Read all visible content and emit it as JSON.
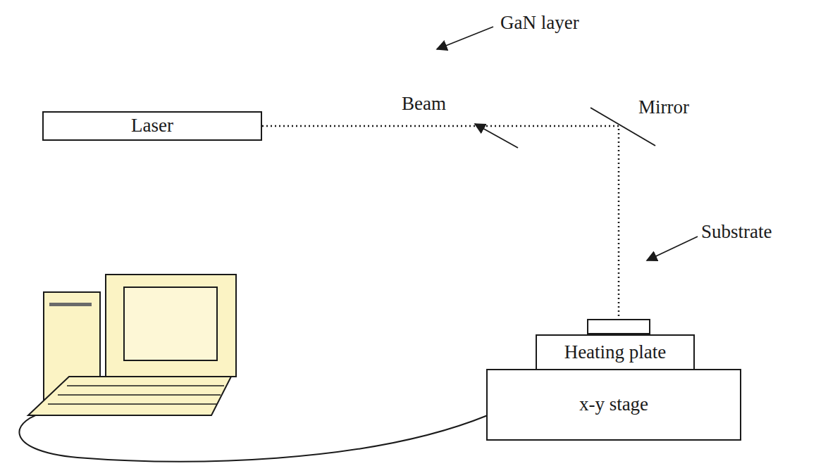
{
  "diagram": {
    "nodes": [
      {
        "text": [
          "Laser"
        ]
      },
      {
        "text": [
          "Substrate"
        ]
      },
      {
        "text": [
          "Heating plate"
        ]
      },
      {
        "text": [
          "x-y stage"
        ]
      }
    ],
    "edges": [
      {
        "from": 0,
        "to": 1,
        "arrow": "none"
      }
    ],
    "labels": [
      "GaN layer",
      "Beam",
      "Mirror"
    ]
  }
}
